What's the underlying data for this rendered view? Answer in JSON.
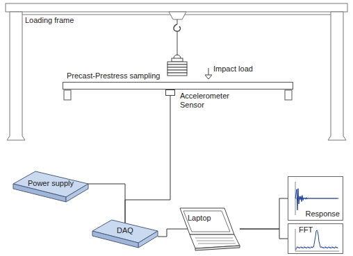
{
  "diagram": {
    "nodes": [
      {
        "text": [
          "Precast-Prestress sampling"
        ]
      },
      {
        "text": [
          "Accelerometer Sensor"
        ]
      },
      {
        "text": [
          "Power supply"
        ]
      },
      {
        "text": [
          "DAQ"
        ]
      },
      {
        "text": [
          "Laptop"
        ]
      },
      {
        "text": [
          "Response"
        ]
      },
      {
        "text": [
          "FFT"
        ]
      }
    ],
    "edges": [
      {
        "from": 1,
        "to": 3,
        "arrow": "none"
      },
      {
        "from": 2,
        "to": 3,
        "arrow": "none"
      },
      {
        "from": 3,
        "to": 4,
        "arrow": "none"
      },
      {
        "from": 4,
        "to": 5,
        "arrow": "none"
      },
      {
        "from": 4,
        "to": 6,
        "arrow": "none"
      }
    ],
    "labels": [
      "Loading frame",
      "Impact load"
    ]
  }
}
